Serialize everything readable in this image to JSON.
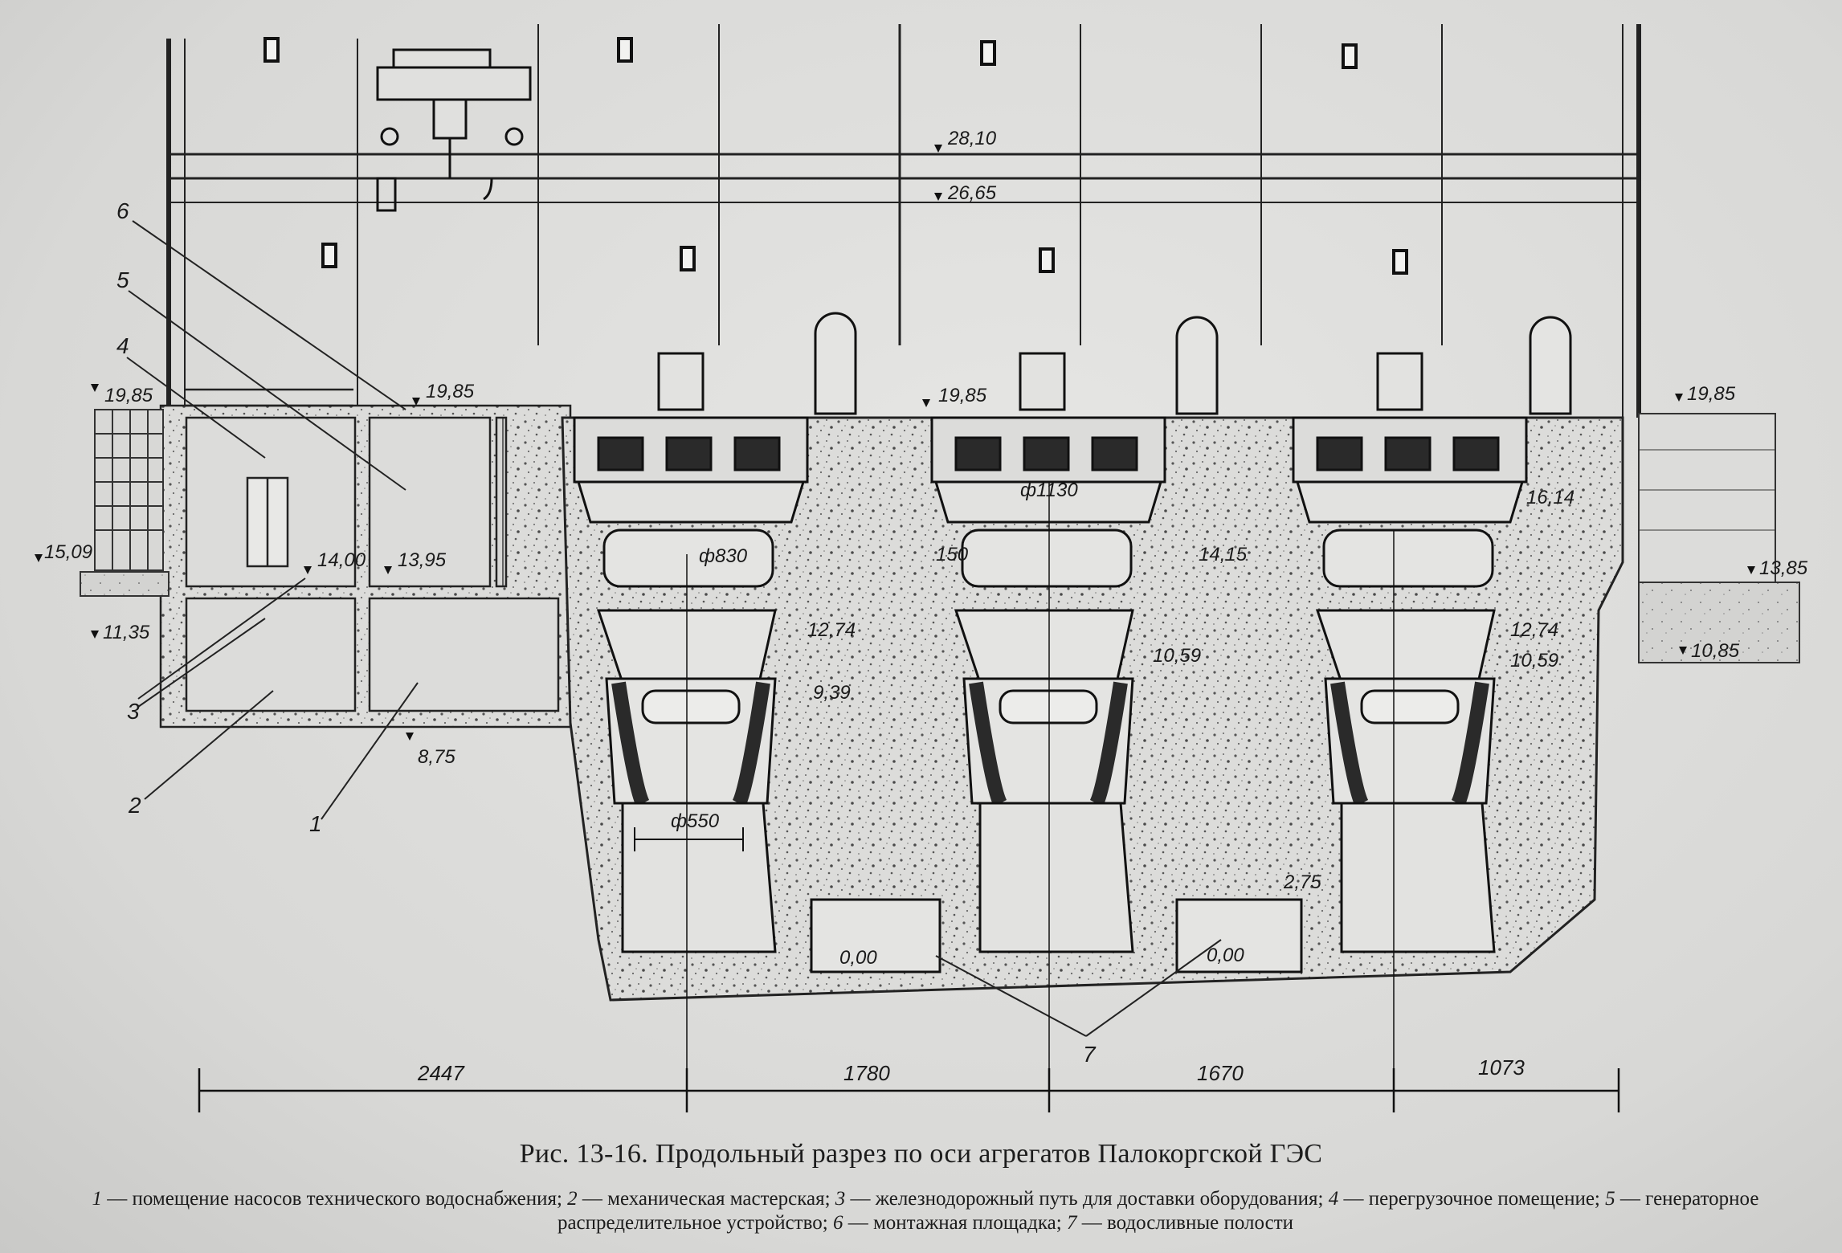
{
  "caption": "Рис. 13-16. Продольный разрез по оси агрегатов Палокоргской ГЭС",
  "legend": {
    "item1": {
      "n": "1",
      "text": " — помещение насосов технического водоснабжения; "
    },
    "item2": {
      "n": "2",
      "text": " — механическая мастерская; "
    },
    "item3": {
      "n": "3",
      "text": " — железнодорожный путь для доставки оборудования; "
    },
    "item4": {
      "n": "4",
      "text": " — перегрузочное помещение; "
    },
    "item5": {
      "n": "5",
      "text": " — генераторное распределительное устройство; "
    },
    "item6": {
      "n": "6",
      "text": " — монтажная площадка; "
    },
    "item7": {
      "n": "7",
      "text": " — водосливные полости"
    }
  },
  "elevations": {
    "e2810": "28,10",
    "e2665": "26,65",
    "e1985_left": "19,85",
    "e1985_center": "19,85",
    "e1985_mid": "19,85",
    "e1985_right": "19,85",
    "e1509": "15,09",
    "e1135": "11,35",
    "e1400": "14,00",
    "e1395": "13,95",
    "e875": "8,75",
    "e1274_a": "12,74",
    "e939": "9,39",
    "e1059_b": "10,59",
    "e1415": "14,15",
    "e1274_c": "12,74",
    "e1059_c": "10,59",
    "e1614": "16,14",
    "e1385": "13,85",
    "e1085": "10,85",
    "e275": "2,75",
    "e000_a": "0,00",
    "e000_b": "0,00",
    "d1130": "ф1130",
    "d830": "ф830",
    "d550": "ф550",
    "d150": "150"
  },
  "callouts": {
    "n1": "1",
    "n2": "2",
    "n3": "3",
    "n4": "4",
    "n5": "5",
    "n6": "6",
    "n7": "7"
  },
  "spans": {
    "s1": "2447",
    "s2": "1780",
    "s3": "1670",
    "s4": "1073"
  }
}
